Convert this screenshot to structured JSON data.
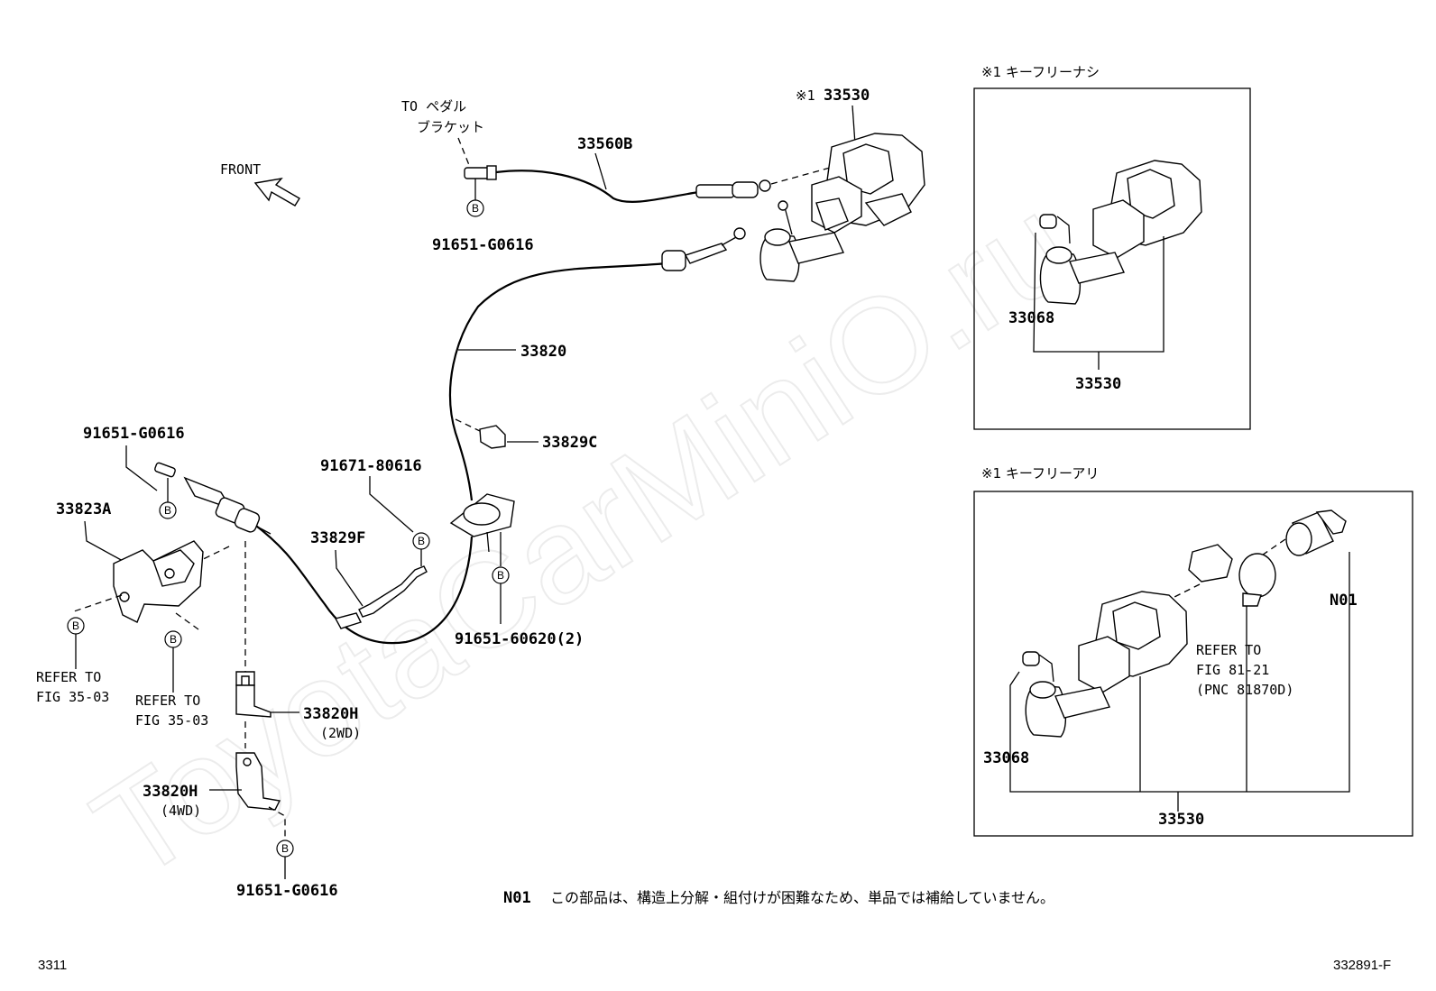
{
  "watermark": "ToyotaCarMiniO.ru",
  "front_label": "FRONT",
  "labels": {
    "to_pedal_1": "TO ペダル",
    "to_pedal_2": "ブラケット",
    "p33560B": "33560B",
    "b_top": "91651-G0616",
    "p33530_main_mark": "※1",
    "p33530_main": "33530",
    "p33820": "33820",
    "p33829C": "33829C",
    "b_left_top": "91651-G0616",
    "p33823A": "33823A",
    "p91671": "91671-80616",
    "p33829F": "33829F",
    "b_center": "91651-60620(2)",
    "refer1_1": "REFER TO",
    "refer1_2": "FIG 35-03",
    "refer2_1": "REFER TO",
    "refer2_2": "FIG 35-03",
    "p33820H_2wd": "33820H",
    "p2wd": "(2WD)",
    "p33820H_4wd": "33820H",
    "p4wd": "(4WD)",
    "b_bottom": "91651-G0616"
  },
  "bolt_mark": "B",
  "inset_top": {
    "title": "※1 キーフリーナシ",
    "part_a": "33068",
    "part_b": "33530"
  },
  "inset_bottom": {
    "title": "※1 キーフリーアリ",
    "part_a": "33068",
    "part_b": "33530",
    "n01": "N01",
    "refer_1": "REFER TO",
    "refer_2": "FIG 81-21",
    "refer_3": "(PNC 81870D)"
  },
  "note_code": "N01",
  "note_text": "この部品は、構造上分解・組付けが困難なため、単品では補給していません。",
  "footer_left": "3311",
  "footer_right": "332891-F"
}
